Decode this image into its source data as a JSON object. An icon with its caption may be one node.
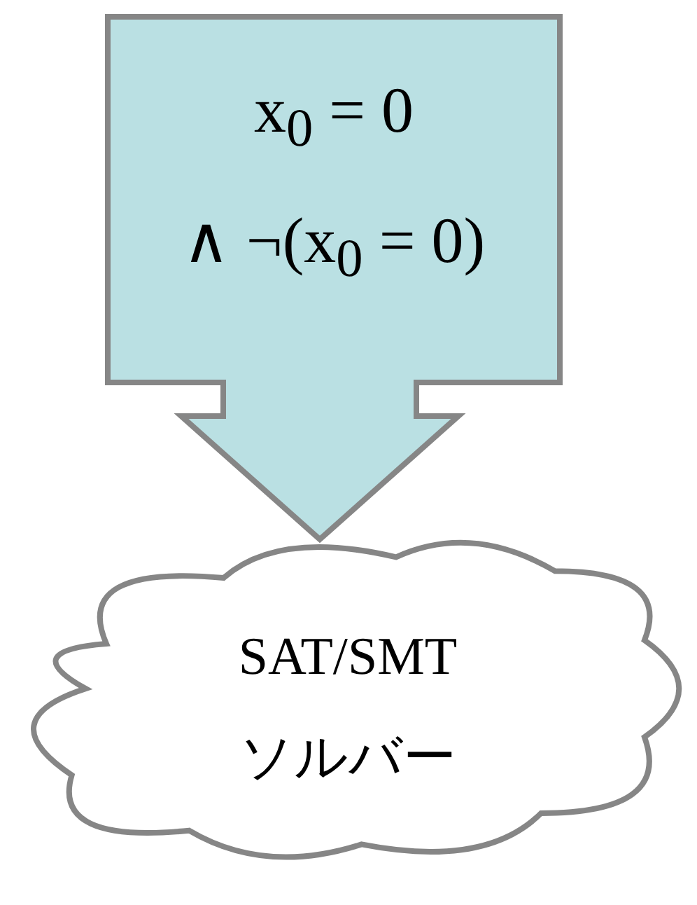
{
  "diagram": {
    "nodes": [
      {
        "text": [
          "x$_{0}$ = 0",
          "∧ ¬(x$_{0}$ = 0)"
        ]
      },
      {
        "text": [
          "SAT/SMT ソルバー"
        ]
      }
    ],
    "edges": [
      {
        "from": 0,
        "to": 1,
        "arrow": "to"
      }
    ]
  }
}
